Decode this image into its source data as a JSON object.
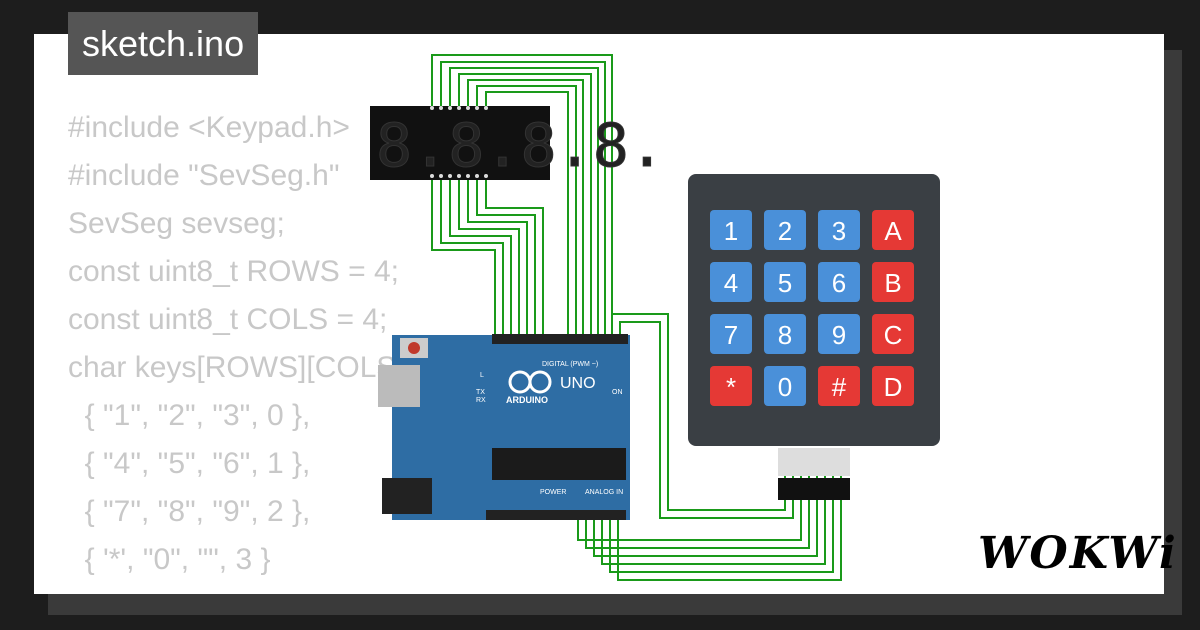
{
  "tab": {
    "title": "sketch.ino"
  },
  "code_lines": [
    "#include <Keypad.h>",
    "#include \"SevSeg.h\"",
    "SevSeg sevseg;",
    "const uint8_t ROWS = 4;",
    "const uint8_t COLS = 4;",
    "char keys[ROWS][COLS] = {",
    "  { \"1\", \"2\", \"3\", 0 },",
    "  { \"4\", \"5\", \"6\", 1 },",
    "  { \"7\", \"8\", \"9\", 2 },",
    "  { '*', \"0\", \"\", 3 }",
    "};"
  ],
  "keypad": {
    "keys": [
      "1",
      "2",
      "3",
      "A",
      "4",
      "5",
      "6",
      "B",
      "7",
      "8",
      "9",
      "C",
      "*",
      "0",
      "#",
      "D"
    ]
  },
  "arduino": {
    "board_name": "UNO",
    "brand": "ARDUINO",
    "digital_label": "DIGITAL (PWM ~)",
    "analog_label": "ANALOG IN",
    "power_label": "POWER",
    "on_label": "ON",
    "tx_label": "TX",
    "rx_label": "RX",
    "l_label": "L"
  },
  "display": {
    "digits": "8.8.8.8."
  },
  "brand": {
    "logo": "WOKWi"
  },
  "colors": {
    "wire": "#1a9a1a",
    "board": "#2e6da4",
    "key_blue": "#4a90d9",
    "key_red": "#e53935"
  }
}
